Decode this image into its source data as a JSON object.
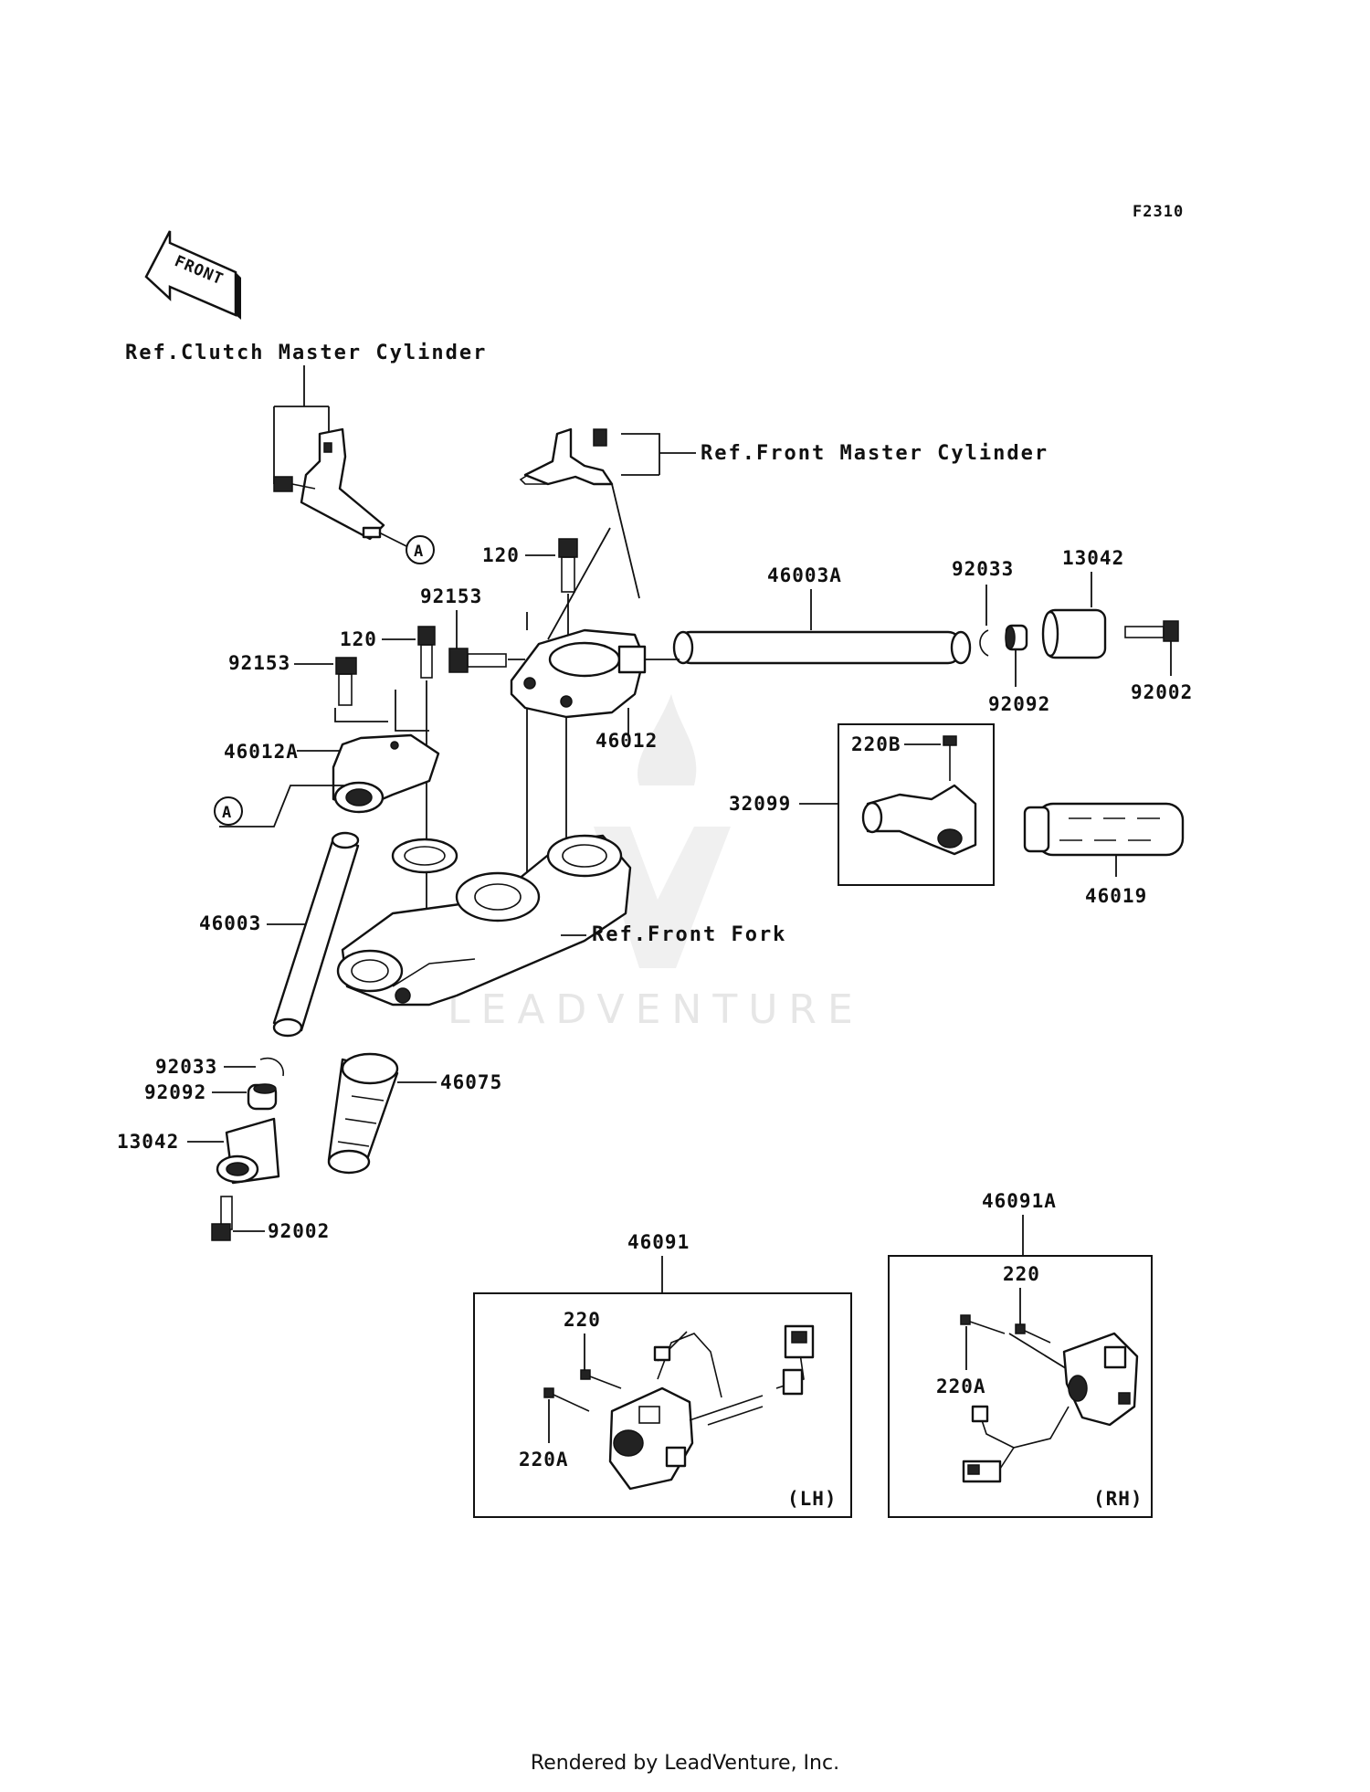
{
  "figure_code": "F2310",
  "front_arrow_label": "FRONT",
  "refs": {
    "clutch": "Ref.Clutch Master Cylinder",
    "front_master": "Ref.Front Master Cylinder",
    "front_fork": "Ref.Front Fork"
  },
  "callout_marker": "A",
  "parts": {
    "p120_top": "120",
    "p120_left": "120",
    "p92153_upper": "92153",
    "p92153_left": "92153",
    "p46003A": "46003A",
    "p92033_right": "92033",
    "p13042_right": "13042",
    "p92092_right": "92092",
    "p92002_right": "92002",
    "p46012": "46012",
    "p46012A": "46012A",
    "p220B": "220B",
    "p32099": "32099",
    "p46019": "46019",
    "p46003": "46003",
    "p92033_left": "92033",
    "p92092_left": "92092",
    "p13042_left": "13042",
    "p92002_left": "92002",
    "p46075": "46075",
    "p46091": "46091",
    "p46091A": "46091A",
    "p220_lh": "220",
    "p220A_lh": "220A",
    "p220_rh": "220",
    "p220A_rh": "220A"
  },
  "side_labels": {
    "lh": "(LH)",
    "rh": "(RH)"
  },
  "watermark": "LEADVENTURE",
  "footer": "Rendered by LeadVenture, Inc."
}
